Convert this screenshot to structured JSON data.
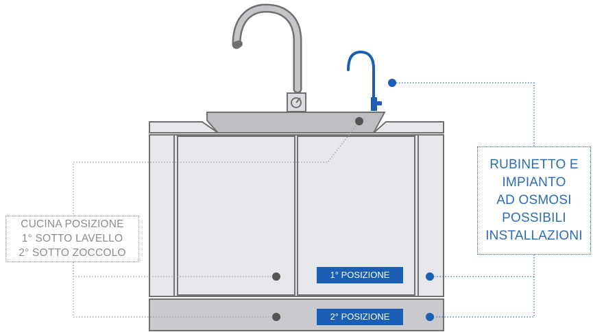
{
  "labels": {
    "kitchen": [
      "CUCINA POSIZIONE",
      "1° SOTTO LAVELLO",
      "2° SOTTO ZOCCOLO"
    ],
    "osmosis": [
      "RUBINETTO E",
      "IMPIANTO",
      "AD OSMOSI",
      "POSSIBILI",
      "INSTALLAZIONI"
    ],
    "position_1": "1° POSIZIONE",
    "position_2": "2° POSIZIONE"
  },
  "colors": {
    "accent_blue": "#1a5fb4",
    "label_blue": "#2b6cb8",
    "cabinet_fill": "#e6e7ea",
    "plinth_fill": "#c9cacd",
    "sink_fill": "#bdbec1",
    "outline": "#6f6f6f",
    "marker_gray": "#555555",
    "label_gray": "#8c8c8c"
  }
}
